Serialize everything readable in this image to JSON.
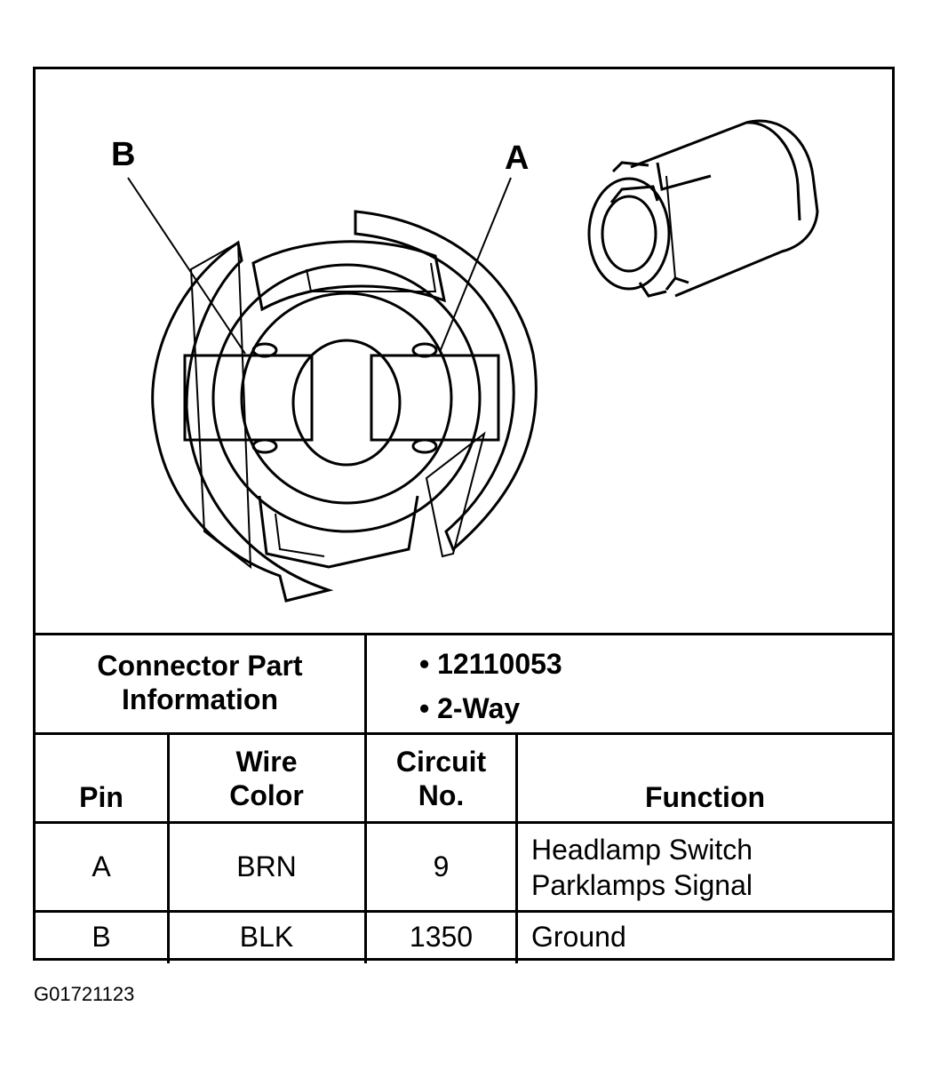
{
  "diagram": {
    "pin_label_a": "A",
    "pin_label_b": "B"
  },
  "info": {
    "label_line1": "Connector Part",
    "label_line2": "Information",
    "bullet1": "12110053",
    "bullet2": "2-Way"
  },
  "table": {
    "headers": {
      "pin": "Pin",
      "wire_color_line1": "Wire",
      "wire_color_line2": "Color",
      "circuit_line1": "Circuit",
      "circuit_line2": "No.",
      "function": "Function"
    },
    "rows": [
      {
        "pin": "A",
        "color": "BRN",
        "circuit": "9",
        "function_line1": "Headlamp Switch",
        "function_line2": "Parklamps Signal"
      },
      {
        "pin": "B",
        "color": "BLK",
        "circuit": "1350",
        "function_line1": "Ground",
        "function_line2": ""
      }
    ]
  },
  "figure_id": "G01721123"
}
